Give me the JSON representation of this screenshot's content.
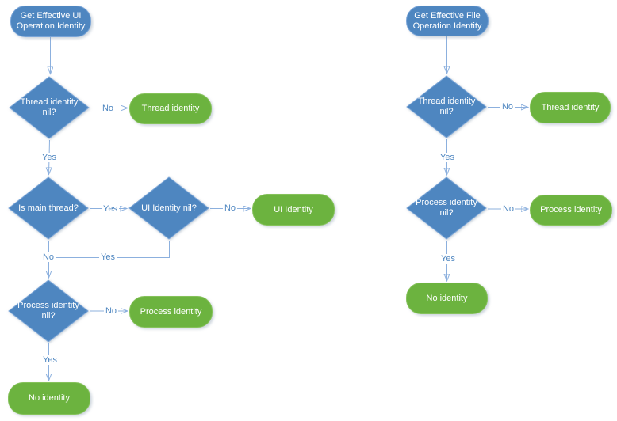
{
  "diagram": {
    "left": {
      "start": "Get Effective UI Operation Identity",
      "decision_thread": "Thread identity nil?",
      "decision_main": "Is main thread?",
      "decision_ui": "UI Identity nil?",
      "decision_process": "Process identity nil?",
      "terminal_thread": "Thread identity",
      "terminal_ui": "UI Identity",
      "terminal_process": "Process identity",
      "terminal_none": "No identity"
    },
    "right": {
      "start": "Get Effective File Operation Identity",
      "decision_thread": "Thread identity nil?",
      "decision_process": "Process identity nil?",
      "terminal_thread": "Thread identity",
      "terminal_process": "Process identity",
      "terminal_none": "No identity"
    },
    "labels": {
      "yes": "Yes",
      "no": "No"
    },
    "colors": {
      "node_blue_fill": "#4e86c0",
      "node_blue_border": "#7aa5d8",
      "node_green_fill": "#6cb33f",
      "node_green_border": "#86c25b",
      "connector_line": "#8cb0de",
      "arrowhead": "#5b90ca",
      "edge_label_text": "#4e86c0",
      "node_text": "#ffffff",
      "background": "#ffffff"
    }
  }
}
